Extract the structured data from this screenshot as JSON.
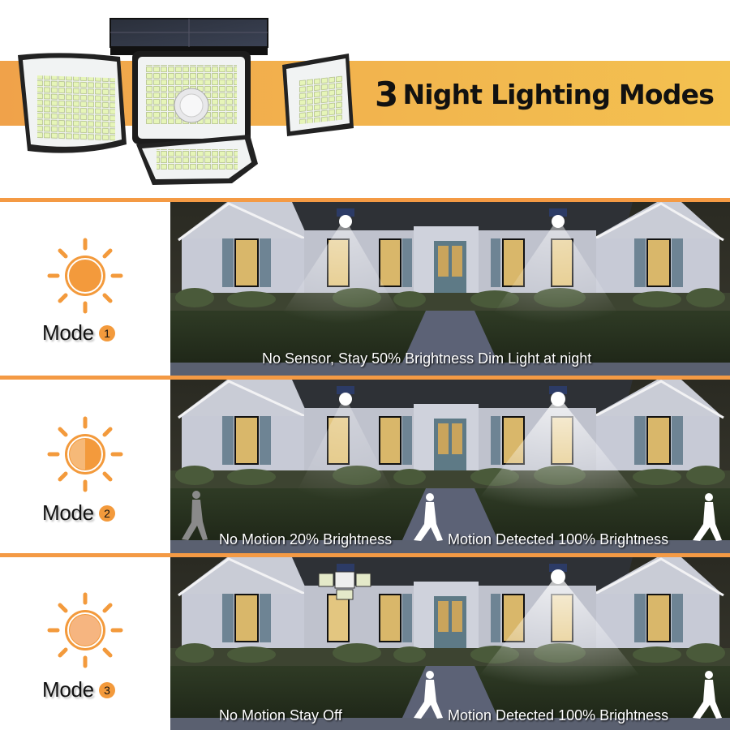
{
  "banner": {
    "number": "3",
    "title": "Night Lighting Modes",
    "color_start": "#f0a24a",
    "color_end": "#f3c150"
  },
  "product": {
    "name": "solar-led-security-light-4-head",
    "panels": [
      "left-led-panel",
      "center-led-panel-with-pir-sensor",
      "right-led-panel",
      "bottom-led-panel"
    ],
    "solar_panel": "top-solar-panel"
  },
  "accent_color": "#f49a44",
  "modes": [
    {
      "label": "Mode",
      "number": "1",
      "icon": "sun-icon-full",
      "caption": "No Sensor, Stay 50% Brightness Dim Light at night",
      "captions": []
    },
    {
      "label": "Mode",
      "number": "2",
      "icon": "sun-icon-half",
      "caption_left": "No Motion 20% Brightness",
      "caption_right": "Motion Detected 100% Brightness"
    },
    {
      "label": "Mode",
      "number": "3",
      "icon": "sun-icon-light",
      "caption_left": "No Motion Stay Off",
      "caption_right": "Motion Detected 100% Brightness"
    }
  ]
}
